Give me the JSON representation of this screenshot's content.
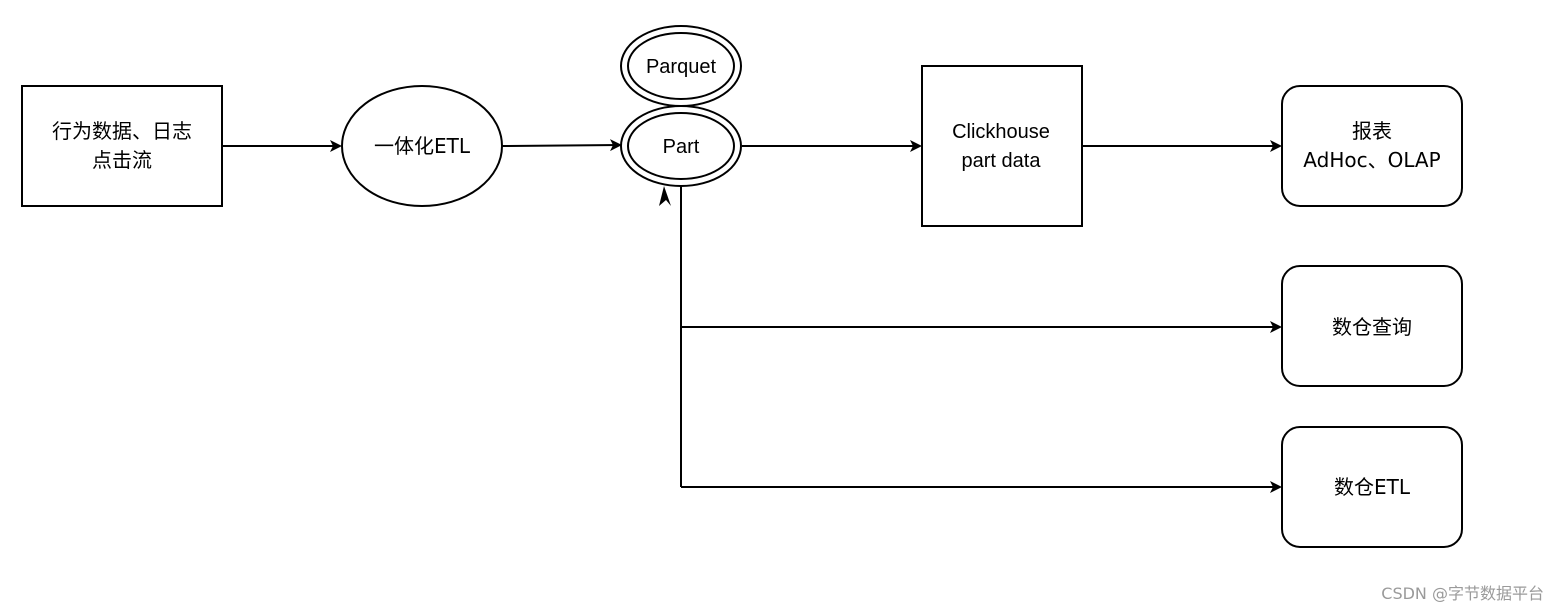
{
  "colors": {
    "stroke": "#000000",
    "fill": "#ffffff",
    "watermark": "#9a9a9a"
  },
  "nodes": {
    "source": {
      "line1": "行为数据、日志",
      "line2": "点击流"
    },
    "etl": {
      "label": "一体化ETL"
    },
    "parquet": {
      "label": "Parquet"
    },
    "part": {
      "label": "Part"
    },
    "clickhouse": {
      "line1": "Clickhouse",
      "line2": "part data"
    },
    "report": {
      "line1": "报表",
      "line2": "AdHoc、OLAP"
    },
    "warehouse_query": {
      "label": "数仓查询"
    },
    "warehouse_etl": {
      "label": "数仓ETL"
    }
  },
  "watermark": "CSDN @字节数据平台"
}
